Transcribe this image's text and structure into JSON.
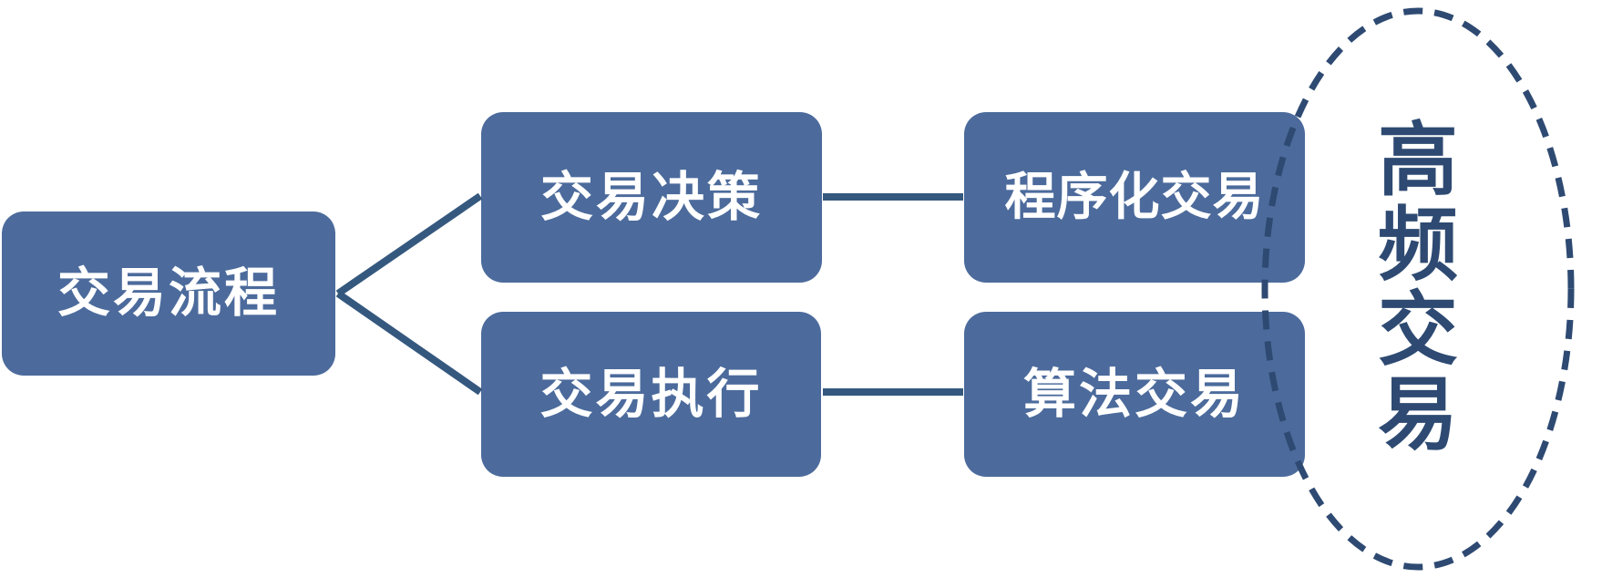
{
  "diagram": {
    "description": "trading-process-flow-diagram",
    "colors": {
      "node_fill": "#4C6B9C",
      "connector": "#35587E",
      "ellipse_stroke": "#2E4A72",
      "node_text": "#FFFFFF",
      "ellipse_text": "#2E4A72",
      "background": "#FFFFFF"
    },
    "nodes": {
      "root": {
        "label": "交易流程"
      },
      "decision": {
        "label": "交易决策"
      },
      "execution": {
        "label": "交易执行"
      },
      "programmatic": {
        "label": "程序化交易"
      },
      "algorithmic": {
        "label": "算法交易"
      }
    },
    "edges": [
      {
        "from": "交易流程",
        "to": "交易决策"
      },
      {
        "from": "交易流程",
        "to": "交易执行"
      },
      {
        "from": "交易决策",
        "to": "程序化交易"
      },
      {
        "from": "交易执行",
        "to": "算法交易"
      }
    ],
    "ellipse": {
      "label": "高频交易",
      "chars": [
        "高",
        "频",
        "交",
        "易"
      ],
      "style": "dashed-outline"
    }
  }
}
